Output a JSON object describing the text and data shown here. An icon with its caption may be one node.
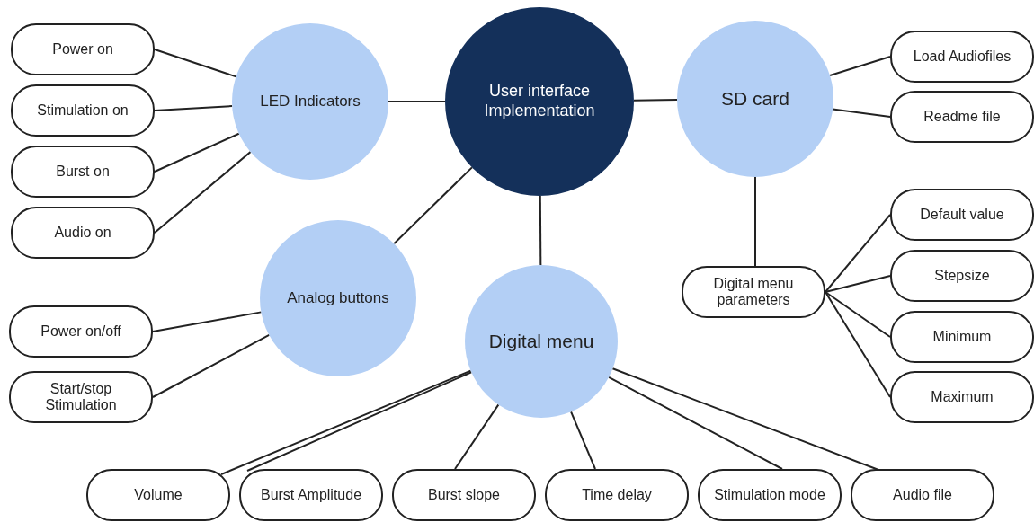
{
  "diagram": {
    "nodes": [
      {
        "text": [
          "User interface Implementation"
        ]
      },
      {
        "text": [
          "LED Indicators"
        ]
      },
      {
        "text": [
          "SD card"
        ]
      },
      {
        "text": [
          "Analog buttons"
        ]
      },
      {
        "text": [
          "Digital menu"
        ]
      },
      {
        "text": [
          "Power on"
        ]
      },
      {
        "text": [
          "Stimulation on"
        ]
      },
      {
        "text": [
          "Burst on"
        ]
      },
      {
        "text": [
          "Audio on"
        ]
      },
      {
        "text": [
          "Load Audiofiles"
        ]
      },
      {
        "text": [
          "Readme file"
        ]
      },
      {
        "text": [
          "Digital menu parameters"
        ]
      },
      {
        "text": [
          "Default value"
        ]
      },
      {
        "text": [
          "Stepsize"
        ]
      },
      {
        "text": [
          "Minimum"
        ]
      },
      {
        "text": [
          "Maximum"
        ]
      },
      {
        "text": [
          "Power on/off"
        ]
      },
      {
        "text": [
          "Start/stop Stimulation"
        ]
      },
      {
        "text": [
          "Volume"
        ]
      },
      {
        "text": [
          "Burst Amplitude"
        ]
      },
      {
        "text": [
          "Burst slope"
        ]
      },
      {
        "text": [
          "Time delay"
        ]
      },
      {
        "text": [
          "Stimulation mode"
        ]
      },
      {
        "text": [
          "Audio file"
        ]
      }
    ],
    "edges": [
      {
        "from": 0,
        "to": 1,
        "arrow": "none"
      },
      {
        "from": 0,
        "to": 2,
        "arrow": "none"
      },
      {
        "from": 0,
        "to": 3,
        "arrow": "none"
      },
      {
        "from": 0,
        "to": 4,
        "arrow": "none"
      },
      {
        "from": 1,
        "to": 5,
        "arrow": "none"
      },
      {
        "from": 1,
        "to": 6,
        "arrow": "none"
      },
      {
        "from": 1,
        "to": 7,
        "arrow": "none"
      },
      {
        "from": 1,
        "to": 8,
        "arrow": "none"
      },
      {
        "from": 2,
        "to": 9,
        "arrow": "none"
      },
      {
        "from": 2,
        "to": 10,
        "arrow": "none"
      },
      {
        "from": 2,
        "to": 11,
        "arrow": "none"
      },
      {
        "from": 11,
        "to": 12,
        "arrow": "none"
      },
      {
        "from": 11,
        "to": 13,
        "arrow": "none"
      },
      {
        "from": 11,
        "to": 14,
        "arrow": "none"
      },
      {
        "from": 11,
        "to": 15,
        "arrow": "none"
      },
      {
        "from": 3,
        "to": 16,
        "arrow": "none"
      },
      {
        "from": 3,
        "to": 17,
        "arrow": "none"
      },
      {
        "from": 4,
        "to": 18,
        "arrow": "none"
      },
      {
        "from": 4,
        "to": 19,
        "arrow": "none"
      },
      {
        "from": 4,
        "to": 20,
        "arrow": "none"
      },
      {
        "from": 4,
        "to": 21,
        "arrow": "none"
      },
      {
        "from": 4,
        "to": 22,
        "arrow": "none"
      },
      {
        "from": 4,
        "to": 23,
        "arrow": "none"
      }
    ]
  }
}
